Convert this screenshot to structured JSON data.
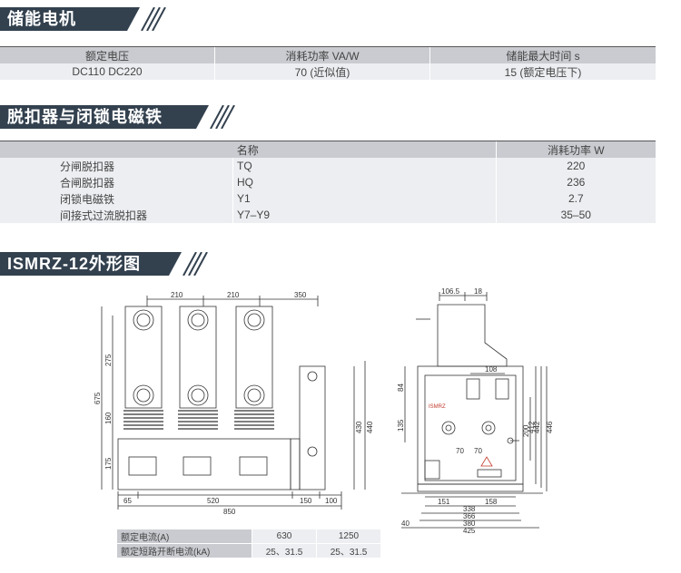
{
  "section1": {
    "title": "储能电机",
    "headers": [
      "额定电压",
      "消耗功率 VA/W",
      "储能最大时间 s"
    ],
    "row": [
      "DC110 DC220",
      "70 (近似值)",
      "15 (额定电压下)"
    ]
  },
  "section2": {
    "title": "脱扣器与闭锁电磁铁",
    "headers": [
      "名称",
      "消耗功率 W"
    ],
    "rows": [
      {
        "name": "分闸脱扣器",
        "code": "TQ",
        "power": "220"
      },
      {
        "name": "合闸脱扣器",
        "code": "HQ",
        "power": "236"
      },
      {
        "name": "闭锁电磁铁",
        "code": "Y1",
        "power": "2.7"
      },
      {
        "name": "间接式过流脱扣器",
        "code": "Y7–Y9",
        "power": "35–50"
      }
    ]
  },
  "section3": {
    "title": "ISMRZ-12外形图"
  },
  "drawing_front": {
    "dims_top": [
      "210",
      "210",
      "350"
    ],
    "dims_left": [
      "675",
      "275",
      "160",
      "175"
    ],
    "dims_right": [
      "430",
      "440"
    ],
    "dims_bottom": [
      "65",
      "520",
      "150",
      "100"
    ],
    "dim_total": "850"
  },
  "drawing_side": {
    "dims_top": [
      "106.5",
      "18"
    ],
    "dim_108": "108",
    "dims_left": [
      "84",
      "135"
    ],
    "dims_right": [
      "200",
      "412",
      "442",
      "446"
    ],
    "dims_mid": [
      "70",
      "70"
    ],
    "dims_bottom": [
      "151",
      "158",
      "338",
      "366",
      "380",
      "425"
    ],
    "dim_40": "40",
    "label": "ISMRZ"
  },
  "rated_table": {
    "rows": [
      {
        "label": "额定电流(A)",
        "v1": "630",
        "v2": "1250"
      },
      {
        "label": "额定短路开断电流(kA)",
        "v1": "25、31.5",
        "v2": "25、31.5"
      }
    ]
  }
}
